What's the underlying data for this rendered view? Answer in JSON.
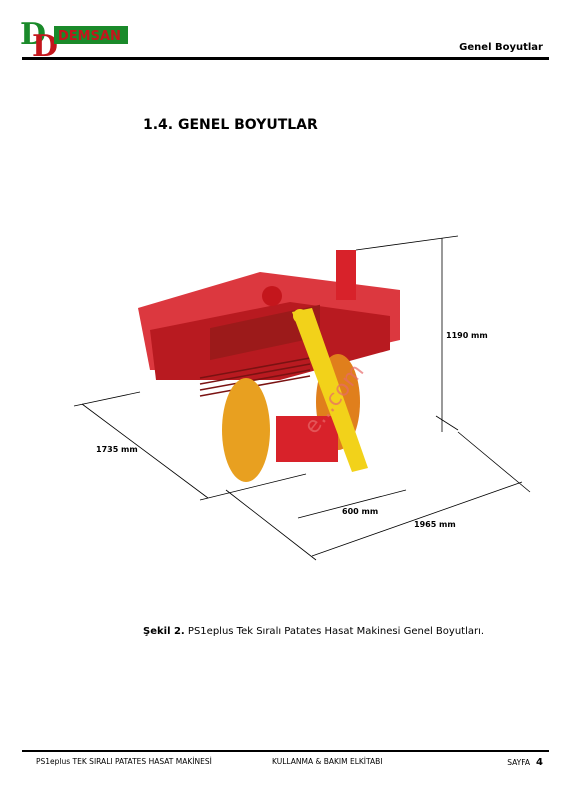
{
  "header": {
    "logo_text": "DEMSAN",
    "logo_letters": "DD",
    "title": "Genel Boyutlar"
  },
  "section": {
    "title": "1.4. GENEL BOYUTLAR"
  },
  "figure": {
    "dimensions": {
      "height": "1190 mm",
      "width": "1735 mm",
      "inner": "600 mm",
      "length": "1965 mm"
    },
    "watermark": "e...com"
  },
  "caption": {
    "label": "Şekil 2.",
    "text": "PS1eplus Tek Sıralı Patates Hasat Makinesi Genel Boyutları."
  },
  "footer": {
    "left": "PS1eplus TEK SIRALI PATATES HASAT MAKİNESİ",
    "middle": "KULLANMA & BAKIM ELKİTABI",
    "page_label": "SAYFA",
    "page_number": "4"
  },
  "colors": {
    "machine_red": "#d8222a",
    "shaft_yellow": "#f2d21a",
    "disc_orange": "#e8a020",
    "logo_green": "#1a8a2a",
    "logo_red": "#c4161c"
  }
}
